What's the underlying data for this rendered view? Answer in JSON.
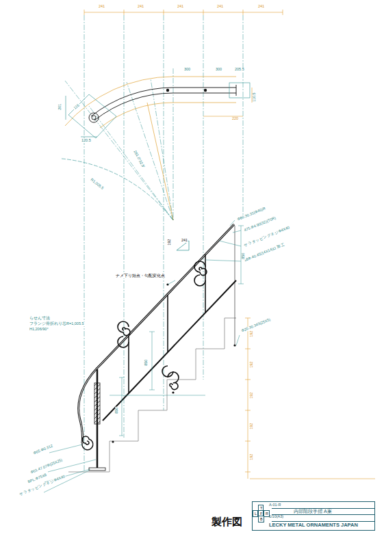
{
  "diagram": {
    "nodes": [
      {
        "text": [
          "A-01-R",
          "内部階段手摺 A案",
          "1/10(A3)",
          "LECKY METAL ORNAMENTS JAPAN"
        ]
      },
      {
        "text": [
          "T"
        ],
        "in": 0
      },
      {
        "text": [
          "L"
        ],
        "in": 0
      },
      {
        "text": [
          "F"
        ],
        "in": 0
      },
      {
        "text": [
          "R"
        ],
        "in": 0
      },
      {
        "text": [
          "B"
        ],
        "in": 0
      }
    ],
    "labels": [
      "241",
      "241",
      "241",
      "241",
      "241",
      "300",
      "300",
      "205.5",
      "201",
      "115",
      "120.5",
      "220",
      "110.5",
      "R1,005.5",
      "261.0°32.5'",
      "Φ60.30.31(Φ40)R",
      "475.Φ4.90(32)(T0R)",
      "サラタッピングネジΦ4X40",
      "16Φ.40.45(14X14)ロ加工",
      "850",
      "241",
      "192",
      "ナメ下り始点・勾配変化点",
      "らせん寸法",
      "フランジ骨折れり芯R=1,005.5",
      "H1,206/90°",
      "850",
      "850",
      "Φ20.30.343(25X5)",
      "Φ05.Φ0.312",
      "Φ01.47.07Φ(25X25)",
      "BPL.Φ75X6",
      "サラタッピングネジΦ4X40",
      "192",
      "192",
      "192",
      "192",
      "192",
      "製作図"
    ]
  }
}
